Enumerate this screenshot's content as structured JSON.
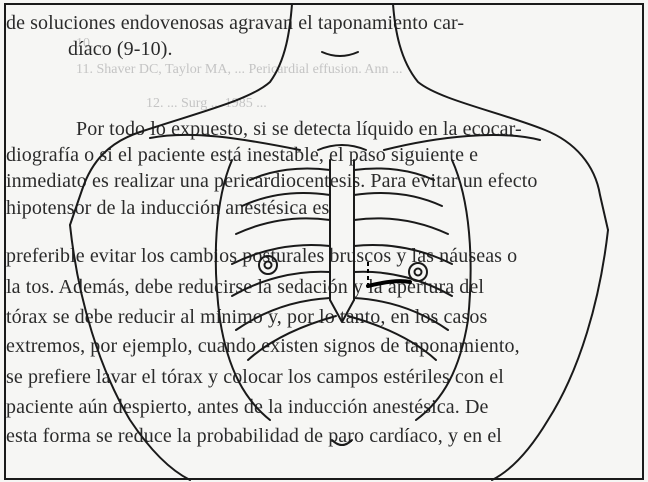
{
  "document": {
    "body_lines": [
      "de soluciones endovenosas agravan el taponamiento car-",
      "díaco (9-10).",
      "Por todo lo expuesto, si se detecta líquido en la ecocar-",
      "diografía o si el paciente está inestable, el paso siguiente e",
      "inmediato es realizar una pericardiocentesis. Para evitar un efecto",
      "hipotensor de la inducción anestésica es",
      "preferible evitar los cambios posturales bruscos y las náuseas o",
      "la tos. Además, debe reducirse la sedación y la apertura del",
      "tórax se debe reducir al mínimo y, por lo tanto, en los casos",
      "extremos, por ejemplo, cuando existen signos de taponamiento,",
      "se prefiere lavar el tórax y colocar los campos estériles con el",
      "paciente aún despierto, antes de la inducción anestésica. De",
      "esta forma se reduce la probabilidad de paro cardíaco, y en el"
    ],
    "bleed_through_lines": [
      "10. ...",
      "11. Shaver DC, Taylor MA, ... Pericardial effusion. Ann ...",
      "12. ... Surg ... 1985 ..."
    ]
  },
  "figure": {
    "subject": "torso-outline-with-rib-cage",
    "colors": {
      "ink": "#1a1a1a",
      "paper": "#f6f6f4",
      "text": "#2b2b2b"
    }
  }
}
